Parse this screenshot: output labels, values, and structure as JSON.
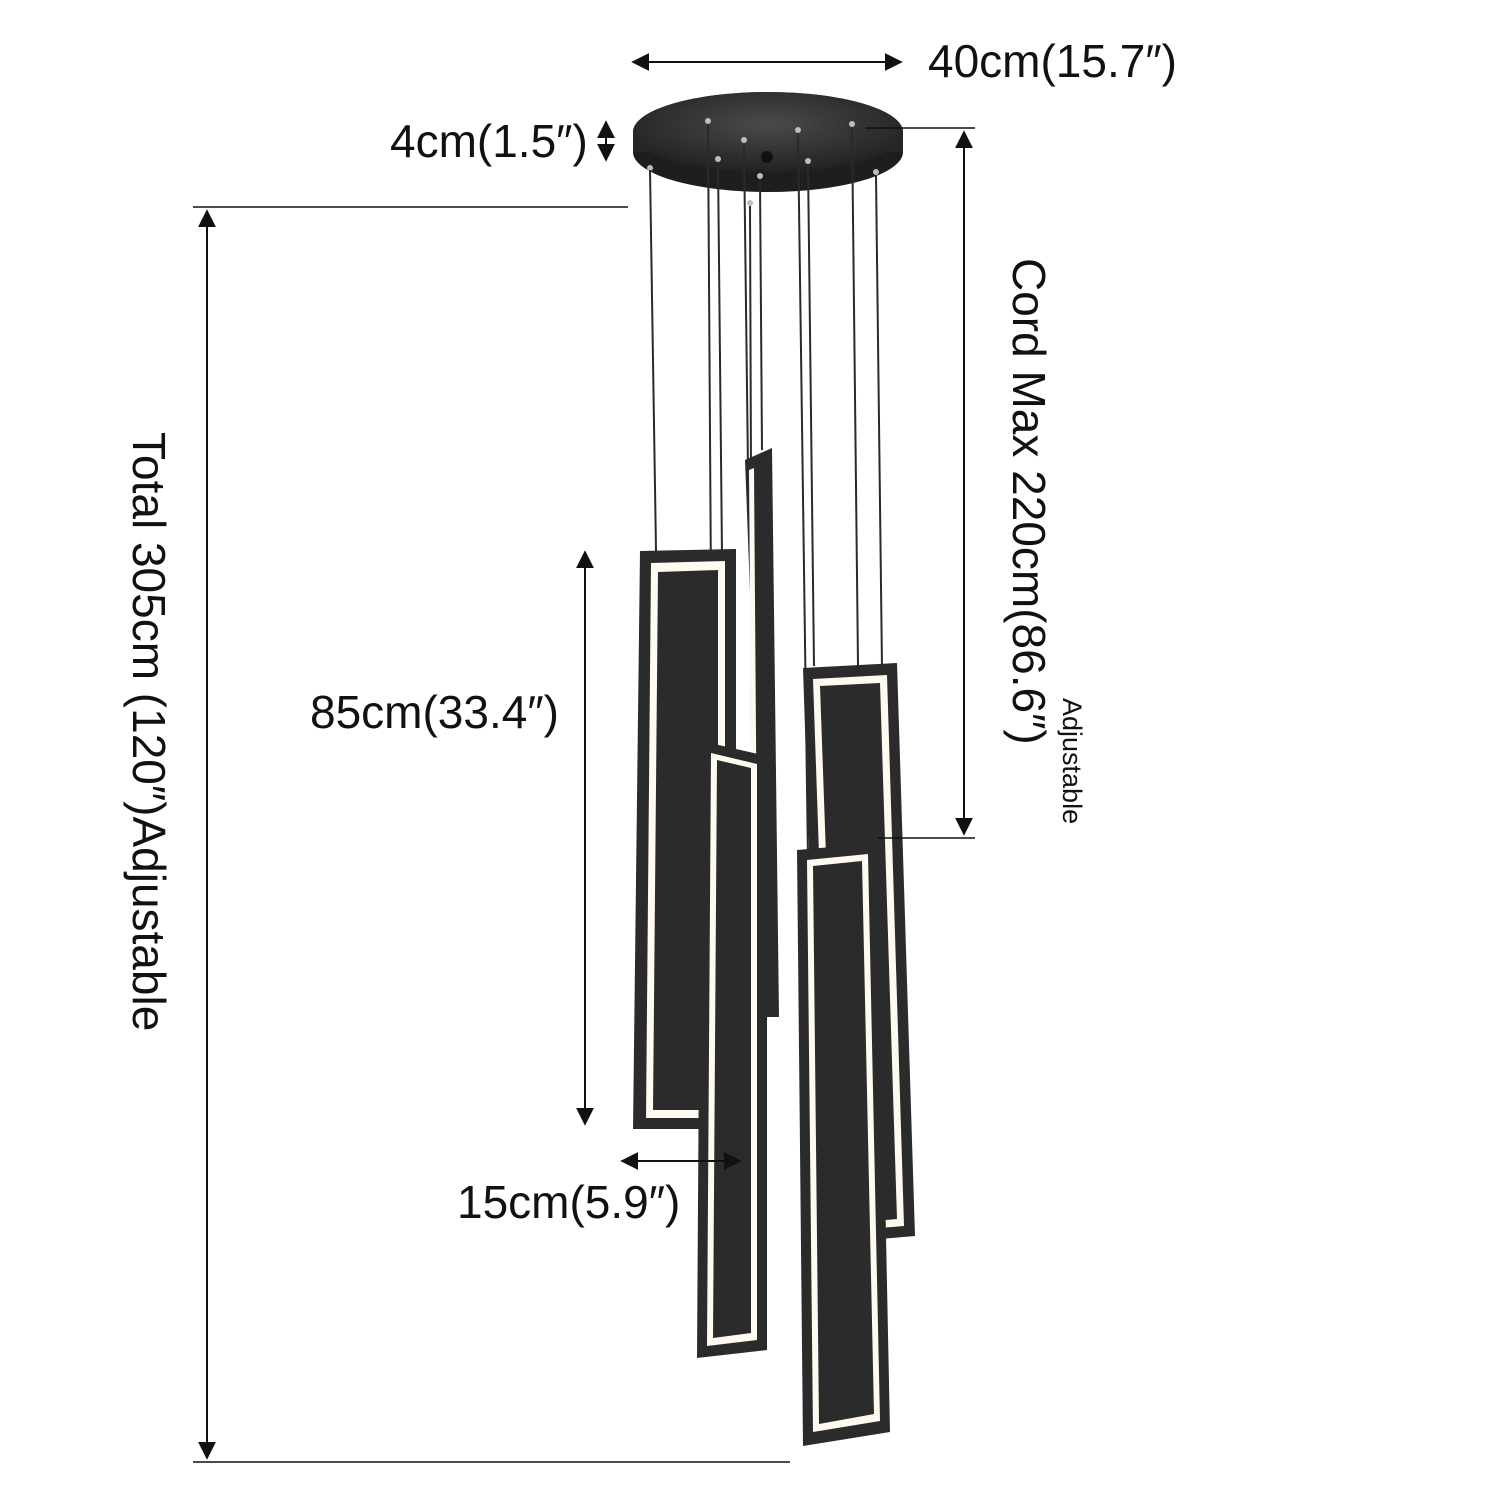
{
  "labels": {
    "canopy_width": "40cm(15.7″)",
    "canopy_height": "4cm(1.5″)",
    "cord_max": "Cord Max 220cm(86.6″)",
    "cord_adjustable": "Adjustable",
    "total": "Total 305cm (120″)Adjustable",
    "panel_height": "85cm(33.4″)",
    "panel_width": "15cm(5.9″)"
  },
  "colors": {
    "fixture": "#2b2b2b",
    "light": "#fffaf0",
    "annotation": "#111111"
  }
}
